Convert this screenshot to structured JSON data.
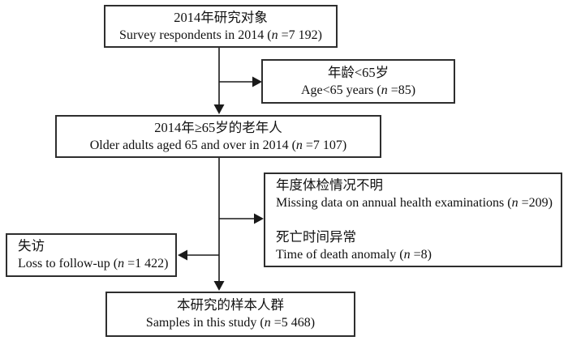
{
  "colors": {
    "background": "#ffffff",
    "box_border": "#2e2e2e",
    "text": "#111111",
    "connector": "#1a1a1a"
  },
  "boxes": {
    "survey_2014": {
      "zh": "2014年研究对象",
      "en_pre": "Survey respondents in 2014 (",
      "n": "n",
      "en_post": " =7 192)"
    },
    "age_under_65": {
      "zh": "年龄<65岁",
      "en_pre": "Age<65 years (",
      "n": "n",
      "en_post": " =85)"
    },
    "older_adults": {
      "zh": "2014年≥65岁的老年人",
      "en_pre": "Older adults aged 65 and over in 2014 (",
      "n": "n",
      "en_post": " =7 107)"
    },
    "exclusions": {
      "items": [
        {
          "zh": "年度体检情况不明",
          "en_pre": "Missing data on annual health examinations (",
          "n": "n",
          "en_post": " =209)"
        },
        {
          "zh": "死亡时间异常",
          "en_pre": "Time of death anomaly (",
          "n": "n",
          "en_post": " =8)"
        }
      ]
    },
    "loss_follow_up": {
      "zh": "失访",
      "en_pre": "Loss to follow-up (",
      "n": "n",
      "en_post": " =1 422)"
    },
    "final_sample": {
      "zh": "本研究的样本人群",
      "en_pre": "Samples in this study (",
      "n": "n",
      "en_post": " =5 468)"
    }
  }
}
